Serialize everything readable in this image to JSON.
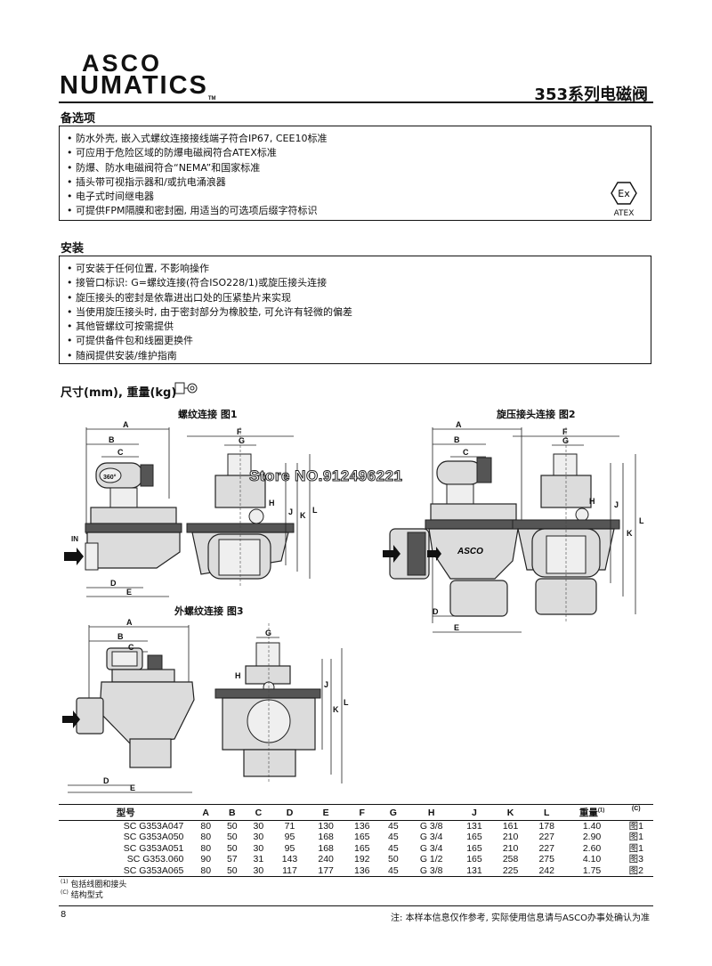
{
  "header": {
    "logo_top": "ASCO",
    "logo_bottom": "NUMATICS",
    "logo_tm": "TM",
    "title": "353系列电磁阀"
  },
  "options": {
    "heading": "备选项",
    "items": [
      "防水外壳, 嵌入式螺纹连接接线端子符合IP67, CEE10标准",
      "可应用于危险区域的防爆电磁阀符合ATEX标准",
      "防爆、防水电磁阀符合“NEMA”和国家标准",
      "插头带可视指示器和/或抗电涌浪器",
      "电子式时间继电器",
      "可提供FPM隔膜和密封圈, 用适当的可选项后缀字符标识"
    ],
    "atex_label": "ATEX",
    "atex_symbol": "Ex"
  },
  "install": {
    "heading": "安装",
    "items": [
      "可安装于任何位置, 不影响操作",
      "接管口标识: G=螺纹连接(符合ISO228/1)或旋压接头连接",
      "旋压接头的密封是依靠进出口处的压紧垫片来实现",
      "当使用旋压接头时, 由于密封部分为橡胶垫, 可允许有轻微的偏差",
      "其他管螺纹可按需提供",
      "可提供备件包和线圈更换件",
      "随阀提供安装/维护指南"
    ]
  },
  "dimensions": {
    "heading": "尺寸(mm), 重量(kg)",
    "fig1": "螺纹连接 图1",
    "fig2": "旋压接头连接 图2",
    "fig3": "外螺纹连接 图3",
    "in_label": "IN",
    "rotate_label": "360°",
    "brand_on_body": "ASCO",
    "letters": [
      "A",
      "B",
      "C",
      "D",
      "E",
      "F",
      "G",
      "H",
      "J",
      "K",
      "L"
    ]
  },
  "watermark": "Store NO.912496221",
  "table": {
    "headers": [
      "型号",
      "A",
      "B",
      "C",
      "D",
      "E",
      "F",
      "G",
      "H",
      "J",
      "K",
      "L",
      "重量",
      "(C)"
    ],
    "weight_sup": "(1)",
    "rows": [
      [
        "SC G353A047",
        "80",
        "50",
        "30",
        "71",
        "130",
        "136",
        "45",
        "G 3/8",
        "131",
        "161",
        "178",
        "1.40",
        "图1"
      ],
      [
        "SC G353A050",
        "80",
        "50",
        "30",
        "95",
        "168",
        "165",
        "45",
        "G 3/4",
        "165",
        "210",
        "227",
        "2.90",
        "图1"
      ],
      [
        "SC G353A051",
        "80",
        "50",
        "30",
        "95",
        "168",
        "165",
        "45",
        "G 3/4",
        "165",
        "210",
        "227",
        "2.60",
        "图1"
      ],
      [
        "SC G353.060",
        "90",
        "57",
        "31",
        "143",
        "240",
        "192",
        "50",
        "G 1/2",
        "165",
        "258",
        "275",
        "4.10",
        "图3"
      ],
      [
        "SC G353A065",
        "80",
        "50",
        "30",
        "117",
        "177",
        "136",
        "45",
        "G 3/8",
        "131",
        "225",
        "242",
        "1.75",
        "图2"
      ]
    ]
  },
  "notes": [
    {
      "sup": "(1)",
      "text": "包括线圈和接头"
    },
    {
      "sup": "(C)",
      "text": "结构型式"
    }
  ],
  "footer": {
    "page": "8",
    "disclaimer": "注: 本样本信息仅作参考, 实际使用信息请与ASCO办事处确认为准"
  }
}
